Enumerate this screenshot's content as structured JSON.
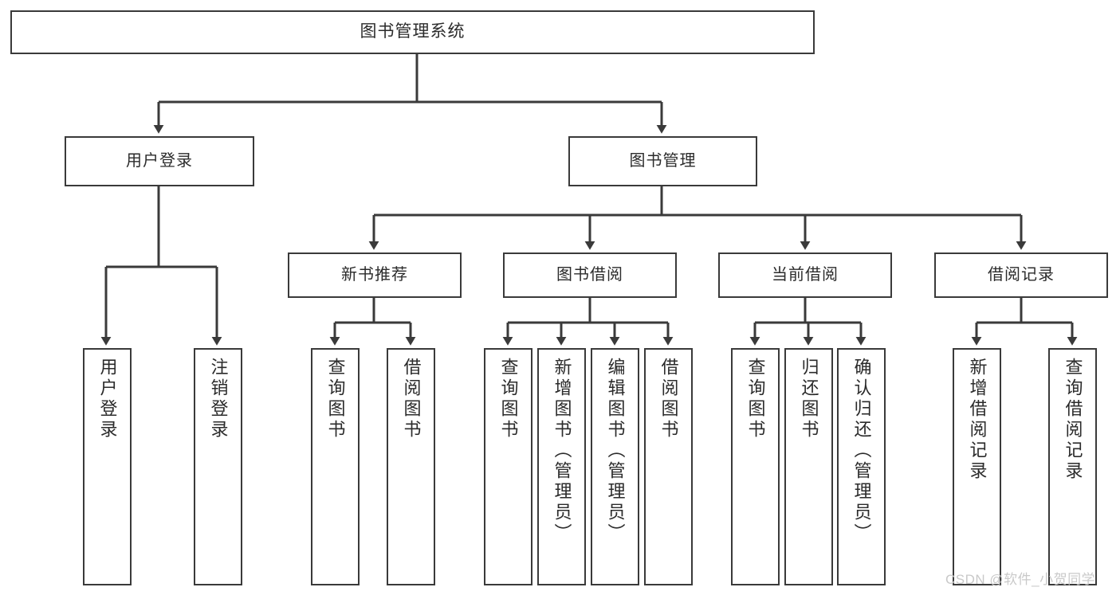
{
  "diagram": {
    "title": "图书管理系统",
    "style": {
      "background": "#ffffff",
      "box_border": "#3a3a3a",
      "edge_color": "#3a3a3a",
      "text_color": "#2b2b2b",
      "watermark_color": "#c9c9c9"
    },
    "root": {
      "label": "图书管理系统"
    },
    "level1": [
      {
        "label": "用户登录"
      },
      {
        "label": "图书管理"
      }
    ],
    "level2": [
      {
        "label": "新书推荐"
      },
      {
        "label": "图书借阅"
      },
      {
        "label": "当前借阅"
      },
      {
        "label": "借阅记录"
      }
    ],
    "leaves": {
      "user_login": [
        {
          "label": "用户登录"
        },
        {
          "label": "注销登录"
        }
      ],
      "new_book": [
        {
          "label": "查询图书"
        },
        {
          "label": "借阅图书"
        }
      ],
      "book_borrow": [
        {
          "label": "查询图书"
        },
        {
          "label": "新增图书（管理员）"
        },
        {
          "label": "编辑图书（管理员）"
        },
        {
          "label": "借阅图书"
        }
      ],
      "current_borrow": [
        {
          "label": "查询图书"
        },
        {
          "label": "归还图书"
        },
        {
          "label": "确认归还（管理员）"
        }
      ],
      "borrow_record": [
        {
          "label": "新增借阅记录"
        },
        {
          "label": "查询借阅记录"
        }
      ]
    }
  },
  "watermark": {
    "text": "CSDN @软件_小贺同学"
  }
}
